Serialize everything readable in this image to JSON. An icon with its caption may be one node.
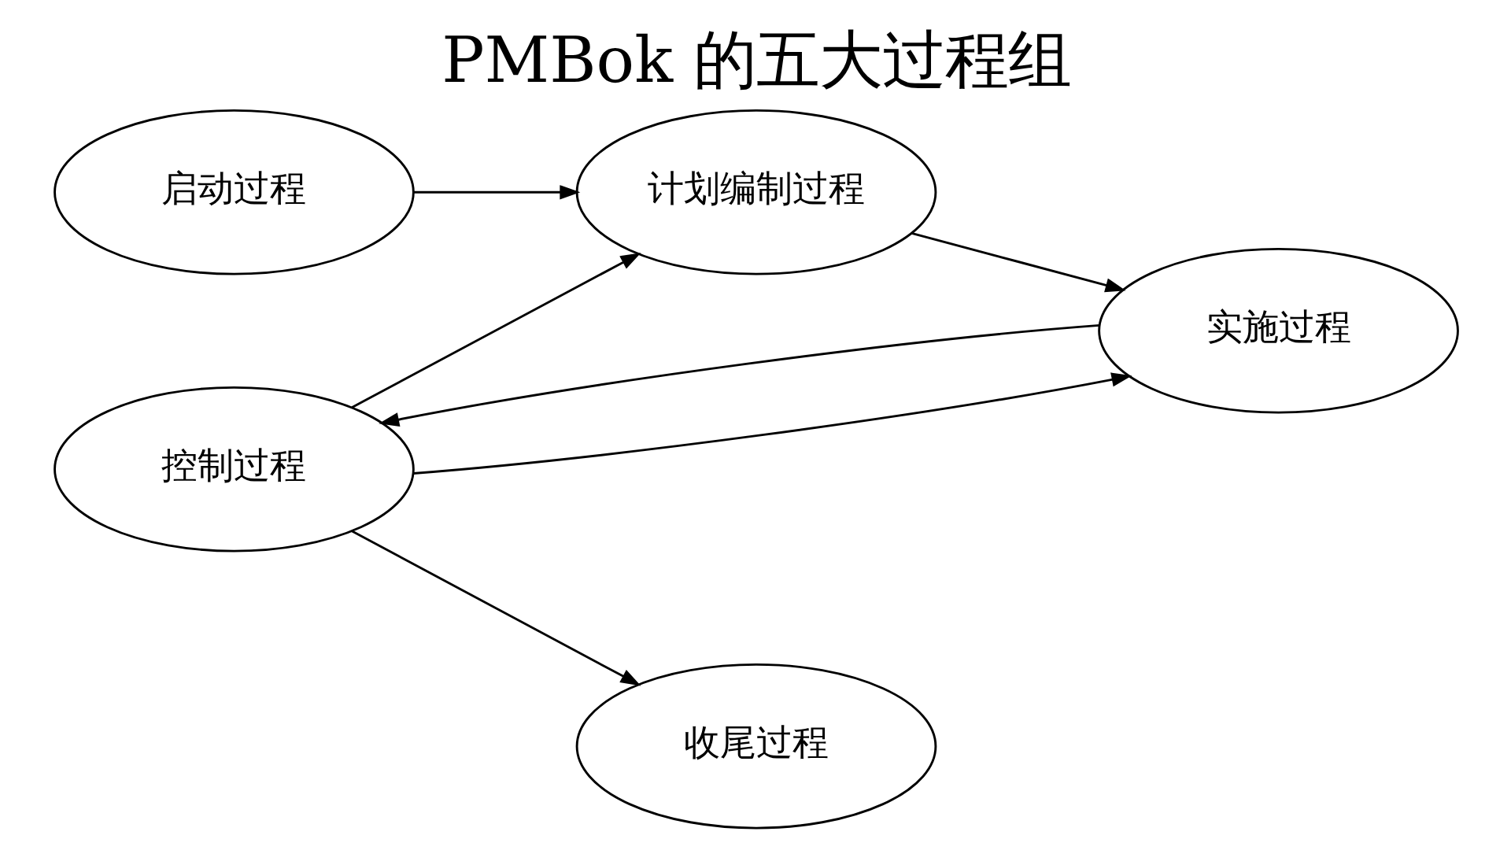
{
  "diagram": {
    "title": "PMBok 的五大过程组",
    "nodes": [
      {
        "text": [
          "启动过程"
        ]
      },
      {
        "text": [
          "计划编制过程"
        ]
      },
      {
        "text": [
          "控制过程"
        ]
      },
      {
        "text": [
          "实施过程"
        ]
      },
      {
        "text": [
          "收尾过程"
        ]
      }
    ],
    "edges": [
      {
        "from": 0,
        "to": 1,
        "arrow": "to"
      },
      {
        "from": 2,
        "to": 1,
        "arrow": "to"
      },
      {
        "from": 1,
        "to": 3,
        "arrow": "to"
      },
      {
        "from": 2,
        "to": 3,
        "arrow": "to"
      },
      {
        "from": 3,
        "to": 2,
        "arrow": "to"
      },
      {
        "from": 2,
        "to": 4,
        "arrow": "to"
      }
    ]
  }
}
